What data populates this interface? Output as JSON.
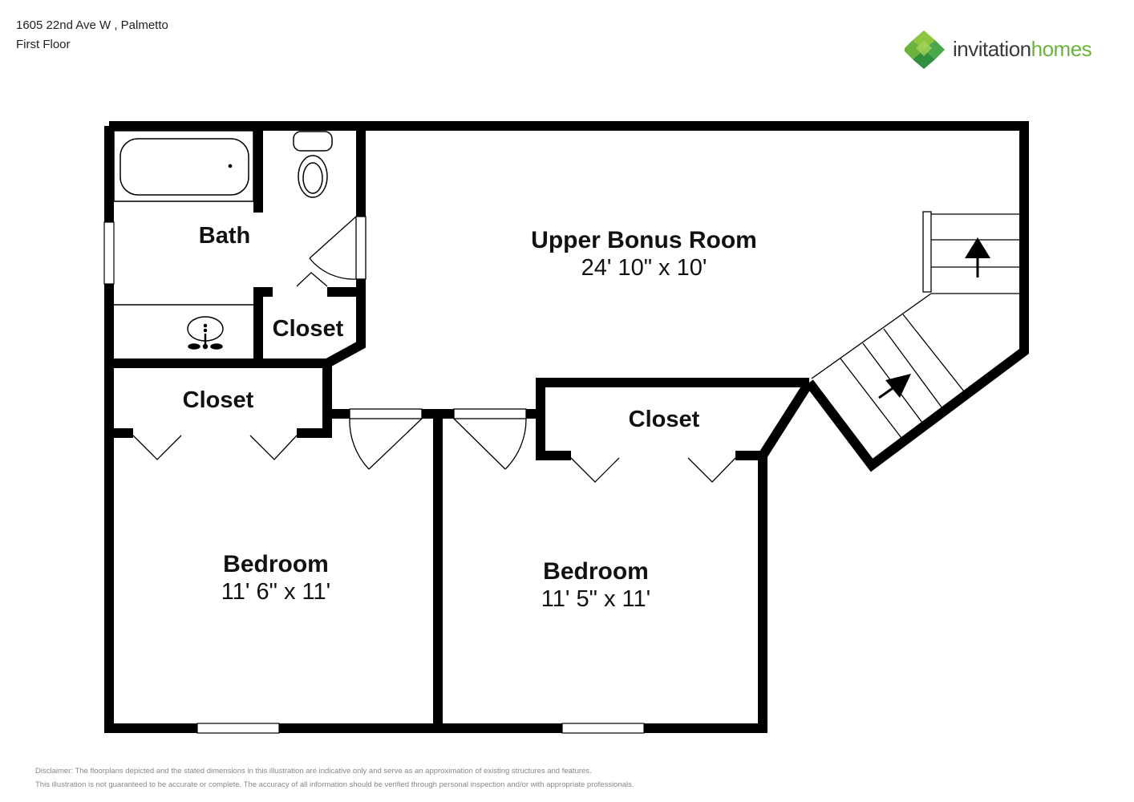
{
  "header": {
    "address": "1605 22nd Ave W , Palmetto",
    "floor": "First Floor"
  },
  "logo": {
    "text_part1": "invitation",
    "text_part2": "homes",
    "colors": {
      "dark": "#3b3b3b",
      "green": "#6ab43e",
      "green_dark": "#2f8f3f"
    }
  },
  "rooms": {
    "bonus": {
      "name": "Upper Bonus Room",
      "dims": "24' 10\" x 10'"
    },
    "bath": {
      "name": "Bath"
    },
    "closet_bath": {
      "name": "Closet"
    },
    "closet_left": {
      "name": "Closet"
    },
    "closet_right": {
      "name": "Closet"
    },
    "bedroom_left": {
      "name": "Bedroom",
      "dims": "11' 6\" x 11'"
    },
    "bedroom_right": {
      "name": "Bedroom",
      "dims": "11' 5\" x 11'"
    }
  },
  "disclaimer": {
    "line1": "Disclaimer: The floorplans depicted and the stated dimensions in this illustration are indicative only and serve as an approximation of existing structures and features.",
    "line2": "This illustration is not guaranteed to be accurate or complete. The accuracy of all information should be verified through personal inspection and/or with appropriate professionals."
  }
}
